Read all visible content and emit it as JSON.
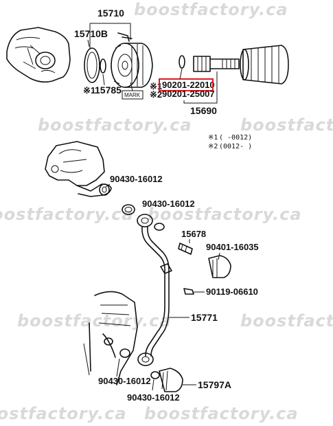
{
  "watermark": "boostfactory.ca",
  "callouts": {
    "p15710": "15710",
    "p15710B": "15710B",
    "p15785": "15785",
    "p15785_prefix": "※1",
    "mark": "MARK",
    "p90201_22010": "90201-22010",
    "p90201_22010_prefix": "※1",
    "p90201_25007": "90201-25007",
    "p90201_25007_prefix": "※2",
    "p15690": "15690",
    "p90430_16012_a": "90430-16012",
    "p90430_16012_b": "90430-16012",
    "p15678": "15678",
    "p90401_16035": "90401-16035",
    "p90119_06610": "90119-06610",
    "p15771": "15771",
    "p90430_16012_c": "90430-16012",
    "p90430_16012_d": "90430-16012",
    "p15797A": "15797A"
  },
  "notes": {
    "n1_symbol": "※1",
    "n1_text": "(     -0012)",
    "n2_symbol": "※2",
    "n2_text": "(0012-     )"
  },
  "highlight": {
    "part_number": "90201-22010",
    "color": "#e0191e"
  }
}
